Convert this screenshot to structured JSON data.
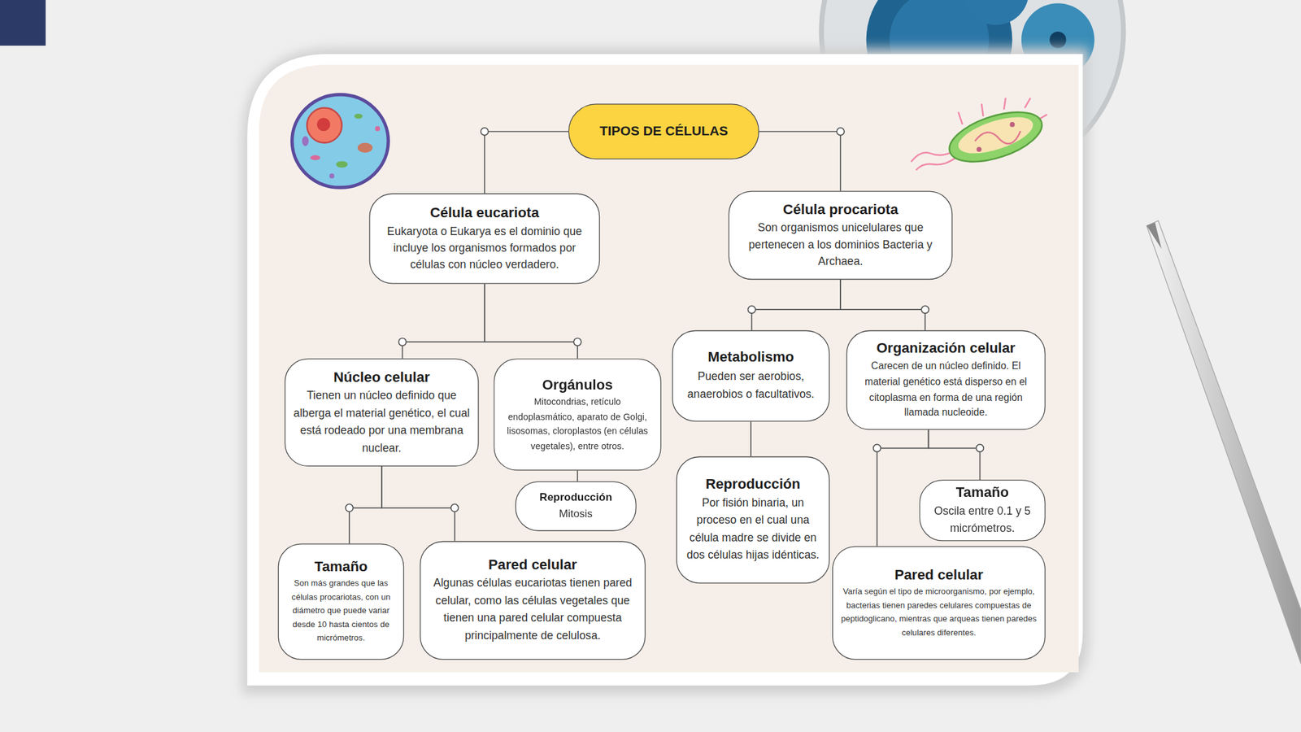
{
  "diagram": {
    "nodes": [
      {
        "text": [
          "TIPOS DE CÉLULAS"
        ]
      },
      {
        "text": [
          "Célula eucariota",
          "Eukaryota o Eukarya es el dominio que incluye los organismos formados por células con núcleo verdadero."
        ]
      },
      {
        "text": [
          "Célula procariota",
          "Son organismos unicelulares que pertenecen a los dominios Bacteria y Archaea."
        ]
      },
      {
        "text": [
          "Núcleo celular",
          "Tienen un núcleo definido que alberga el material genético, el cual está rodeado por una membrana nuclear."
        ]
      },
      {
        "text": [
          "Orgánulos",
          "Mitocondrias, retículo endoplasmático, aparato de Golgi, lisosomas, cloroplastos (en células vegetales), entre otros."
        ]
      },
      {
        "text": [
          "Reproducción",
          "Mitosis"
        ]
      },
      {
        "text": [
          "Tamaño",
          "Son más grandes que las células procariotas, con un diámetro que puede variar desde 10 hasta cientos de micrómetros."
        ]
      },
      {
        "text": [
          "Pared celular",
          "Algunas células eucariotas tienen pared celular, como las células vegetales que tienen una pared celular compuesta principalmente de celulosa."
        ]
      },
      {
        "text": [
          "Metabolismo",
          "Pueden ser aerobios, anaerobios o facultativos."
        ]
      },
      {
        "text": [
          "Organización celular",
          "Carecen de un núcleo definido. El material genético está disperso en el citoplasma en forma de una región llamada nucleoide."
        ]
      },
      {
        "text": [
          "Reproducción",
          "Por fisión binaria, un proceso en el cual una célula madre se divide en dos células hijas idénticas."
        ]
      },
      {
        "text": [
          "Tamaño",
          "Oscila entre 0.1 y 5 micrómetros."
        ]
      },
      {
        "text": [
          "Pared celular",
          "Varía según el tipo de microorganismo, por ejemplo, bacterias tienen paredes celulares compuestas de peptidoglicano, mientras que arqueas tienen paredes celulares diferentes."
        ]
      }
    ],
    "edges": [
      {
        "from": 0,
        "to": 1,
        "arrow": "none"
      },
      {
        "from": 0,
        "to": 2,
        "arrow": "none"
      },
      {
        "from": 1,
        "to": 3,
        "arrow": "none"
      },
      {
        "from": 1,
        "to": 4,
        "arrow": "none"
      },
      {
        "from": 4,
        "to": 5,
        "arrow": "none"
      },
      {
        "from": 3,
        "to": 6,
        "arrow": "none"
      },
      {
        "from": 3,
        "to": 7,
        "arrow": "none"
      },
      {
        "from": 2,
        "to": 8,
        "arrow": "none"
      },
      {
        "from": 2,
        "to": 9,
        "arrow": "none"
      },
      {
        "from": 8,
        "to": 10,
        "arrow": "none"
      },
      {
        "from": 9,
        "to": 12,
        "arrow": "none"
      },
      {
        "from": 9,
        "to": 11,
        "arrow": "none"
      }
    ]
  }
}
